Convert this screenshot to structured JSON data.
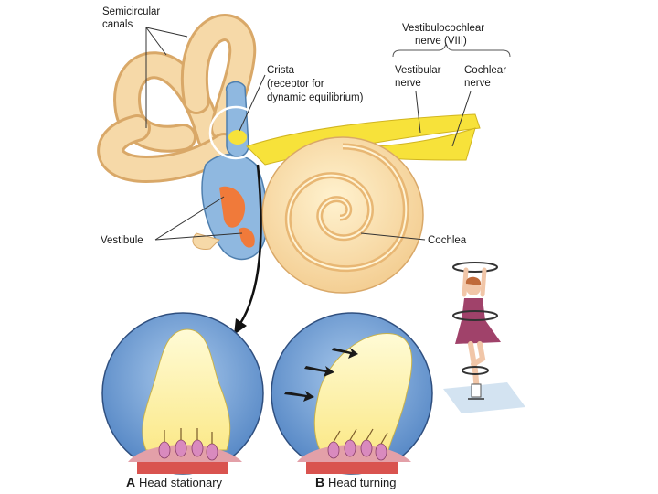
{
  "labels": {
    "semicircular_line1": "Semicircular",
    "semicircular_line2": "canals",
    "vestibulocochlear_line1": "Vestibulocochlear",
    "vestibulocochlear_line2": "nerve (VIII)",
    "vestibular_line1": "Vestibular",
    "vestibular_line2": "nerve",
    "cochlear_line1": "Cochlear",
    "cochlear_line2": "nerve",
    "crista_line1": "Crista",
    "crista_line2": "(receptor for",
    "crista_line3": "dynamic equilibrium)",
    "vestibule": "Vestibule",
    "cochlea": "Cochlea"
  },
  "panels": {
    "a_letter": "A",
    "a_text": "Head stationary",
    "b_letter": "B",
    "b_text": "Head turning"
  },
  "colors": {
    "canal": "#f6d9a8",
    "cochlea": "#fbe0a8",
    "vestibule_blue": "#8fb8e0",
    "vestibule_orange": "#f07a3a",
    "nerve": "#f7e23a",
    "circle_blue": "#6f9fd4",
    "cupula": "#fff5a8",
    "skater_dress": "#a0426a"
  }
}
